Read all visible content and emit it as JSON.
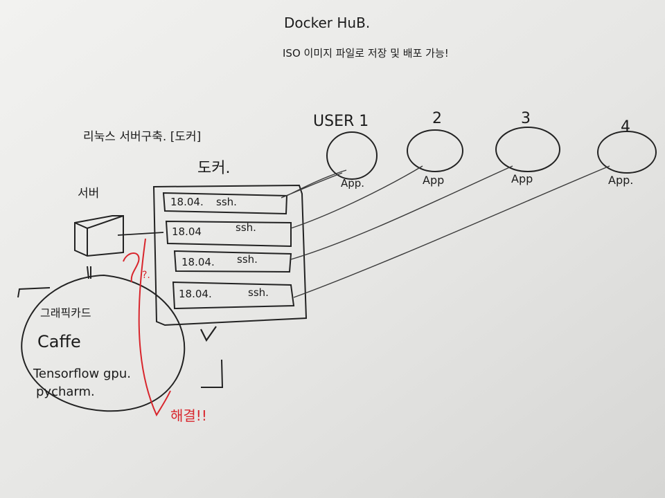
{
  "header": {
    "title": "Docker HuB.",
    "subtitle": "ISO 이미지 파일로 저장 및 배포 가능!"
  },
  "server_section": {
    "heading": "리눅스 서버구축. [도커]",
    "docker_label": "도커.",
    "server_label": "서버",
    "container_rows": [
      {
        "version": "18.04.",
        "app": "ssh."
      },
      {
        "version": "18.04",
        "app": "ssh."
      },
      {
        "version": "18.04.",
        "app": "ssh."
      },
      {
        "version": "18.04.",
        "app": "ssh."
      }
    ]
  },
  "users": [
    {
      "label": "USER 1",
      "app": "App."
    },
    {
      "label": "2",
      "app": "App"
    },
    {
      "label": "3",
      "app": "App"
    },
    {
      "label": "4",
      "app": "App."
    }
  ],
  "gpu_section": {
    "heading": "그래픽카드",
    "items": [
      "Caffe",
      "Tensorflow gpu.",
      "pycharm."
    ]
  },
  "annotations": {
    "question": "?.",
    "red_note": "해결!!"
  },
  "colors": {
    "board": "#e4e4e2",
    "ink": "#1b1b1b",
    "red_marker": "#d8252c"
  }
}
